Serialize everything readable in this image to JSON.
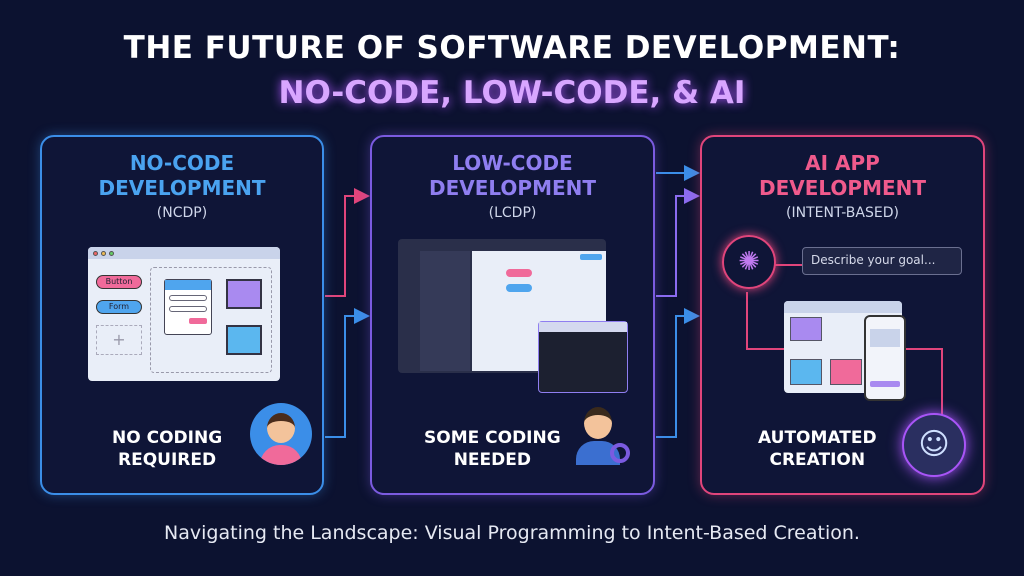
{
  "title": {
    "line1": "THE FUTURE OF SOFTWARE DEVELOPMENT:",
    "line2": "NO-CODE, LOW-CODE, & AI"
  },
  "panels": [
    {
      "heading": "NO-CODE DEVELOPMENT",
      "sub": "(NCDP)",
      "label": "NO CODING REQUIRED",
      "color": "#3b8ee8",
      "heading_color": "#4aa3f0",
      "mock": {
        "button": "Button",
        "form": "Form"
      }
    },
    {
      "heading": "LOW-CODE DEVELOPMENT",
      "sub": "(LCDP)",
      "label": "SOME CODING NEEDED",
      "color": "#7b5be0",
      "heading_color": "#8f7ef0"
    },
    {
      "heading": "AI APP DEVELOPMENT",
      "sub": "(INTENT-BASED)",
      "label": "AUTOMATED CREATION",
      "color": "#e0457b",
      "heading_color": "#f05a8c",
      "prompt": "Describe your goal..."
    }
  ],
  "footer": "Navigating the Landscape: Visual Programming to Intent-Based Creation."
}
